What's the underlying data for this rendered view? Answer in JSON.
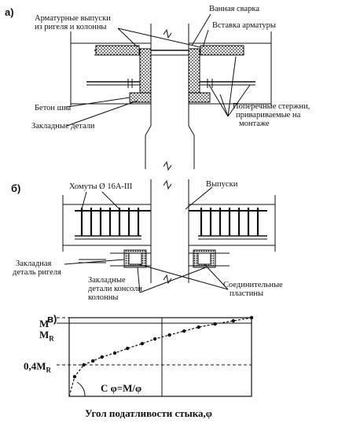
{
  "section_a": {
    "mark": "а)",
    "labels": {
      "bath_welding": "Ванная сварка",
      "rebar_outlets": [
        "Арматурные выпуски",
        "из ригеля и колонны"
      ],
      "rebar_insert": "Вставка арматуры",
      "joint_concrete": "Бетон шва",
      "embedded_parts": "Закладные детали",
      "transverse_bars": [
        "Поперечные стержни,",
        "привариваемые на",
        "монтаже"
      ]
    }
  },
  "section_b": {
    "mark": "б)",
    "labels": {
      "stirrups": "Хомуты Ø 16А-III",
      "outlets": "Выпуски",
      "beam_embedded": [
        "Закладная",
        "деталь ригеля"
      ],
      "console_embedded": [
        "Закладные",
        "детали консоли",
        "колонны"
      ],
      "connecting_plates": [
        "Соединительные",
        "пластины"
      ]
    }
  },
  "section_c": {
    "mark": "в)",
    "y_labels": {
      "M": "M",
      "MR": "M",
      "MR_sub": "R",
      "low": "0,4M",
      "low_sub": "R"
    },
    "formula": "C φ=M/φ",
    "x_axis_label": "Угол податливости стыка,φ"
  },
  "chart_data": {
    "type": "line",
    "title": "",
    "xlabel": "Угол податливости стыка,φ",
    "ylabel": "",
    "y_reference_levels": [
      {
        "label": "M",
        "value": 1.0,
        "style": "dashed"
      },
      {
        "label": "M_R",
        "value": 0.93,
        "style": "solid"
      },
      {
        "label": "0,4M_R",
        "value": 0.4,
        "style": "dashed"
      }
    ],
    "series": [
      {
        "x": [
          0,
          0.03,
          0.08,
          0.13,
          0.18,
          0.25,
          0.32,
          0.4,
          0.47,
          0.55,
          0.63,
          0.71,
          0.8,
          0.9,
          1.0
        ],
        "y": [
          0,
          0.25,
          0.4,
          0.45,
          0.5,
          0.55,
          0.61,
          0.67,
          0.73,
          0.78,
          0.83,
          0.88,
          0.92,
          0.96,
          1.0
        ]
      }
    ],
    "xlim": [
      0,
      1
    ],
    "ylim": [
      0,
      1
    ],
    "grid": "vertical"
  }
}
